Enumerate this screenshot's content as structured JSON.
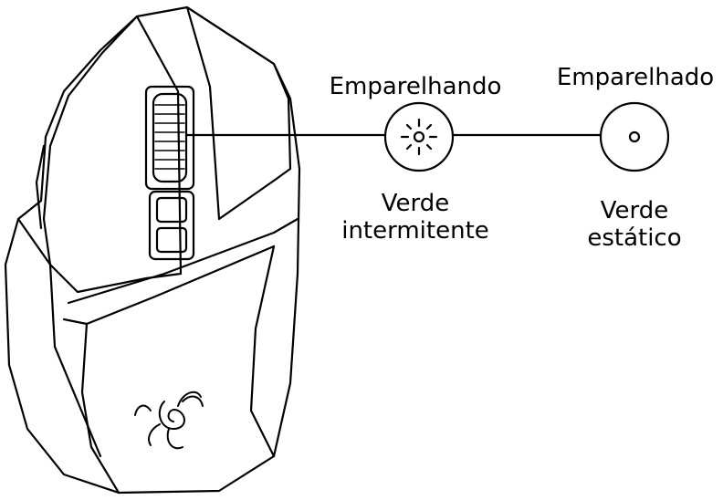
{
  "states": {
    "pairing": {
      "title": "Emparelhando",
      "color_line1": "Verde",
      "color_line2": "intermitente",
      "icon": "blinking-led-icon"
    },
    "paired": {
      "title": "Emparelhado",
      "color_line1": "Verde",
      "color_line2": "estático",
      "icon": "static-led-icon"
    }
  },
  "colors": {
    "stroke": "#000000",
    "background": "#ffffff"
  }
}
